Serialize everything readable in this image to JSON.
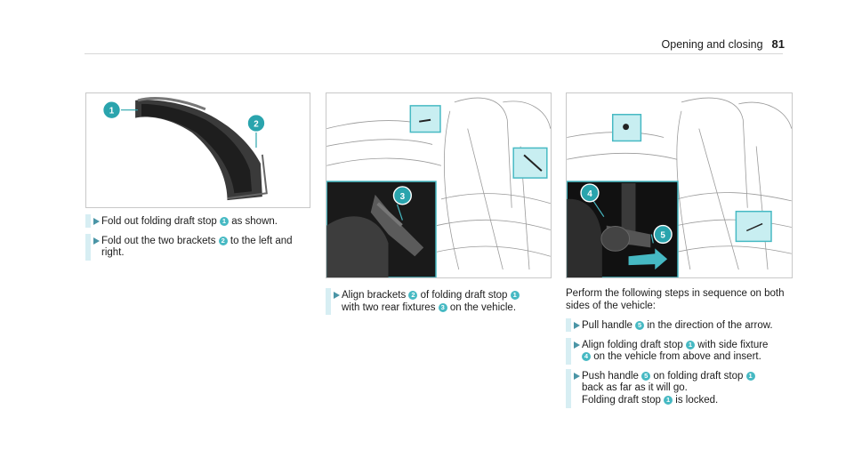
{
  "header": {
    "section": "Opening and closing",
    "page": "81"
  },
  "figures": {
    "fig1": {
      "callouts": [
        "1",
        "2"
      ]
    },
    "fig2": {
      "callouts": [
        "3"
      ]
    },
    "fig3": {
      "callouts": [
        "4",
        "5"
      ]
    }
  },
  "col1": {
    "steps": [
      {
        "a": "Fold out folding draft stop",
        "n1": "1",
        "b": "as shown."
      },
      {
        "a": "Fold out the two brackets",
        "n1": "2",
        "b": "to the left and right."
      }
    ]
  },
  "col2": {
    "steps": [
      {
        "a": "Align brackets",
        "n1": "2",
        "b": "of folding draft stop",
        "n2": "1",
        "c": "with two rear fixtures",
        "n3": "3",
        "d": "on the vehicle."
      }
    ]
  },
  "col3": {
    "intro": "Perform the following steps in sequence on both sides of the vehicle:",
    "steps": [
      {
        "a": "Pull handle",
        "n1": "5",
        "b": "in the direction of the arrow."
      },
      {
        "a": "Align folding draft stop",
        "n1": "1",
        "b": "with side fixture",
        "n2": "4",
        "c": "on the vehicle from above and insert."
      },
      {
        "a": "Push handle",
        "n1": "5",
        "b": "on folding draft stop",
        "n2": "1",
        "c": "back as far as it will go.",
        "d": "Folding draft stop",
        "n3": "1",
        "e": "is locked."
      }
    ]
  },
  "colors": {
    "accent": "#46b9c3",
    "accent_dark": "#2aa4ad",
    "step_bar": "#d7eef3",
    "arrow": "#4a95a6"
  }
}
